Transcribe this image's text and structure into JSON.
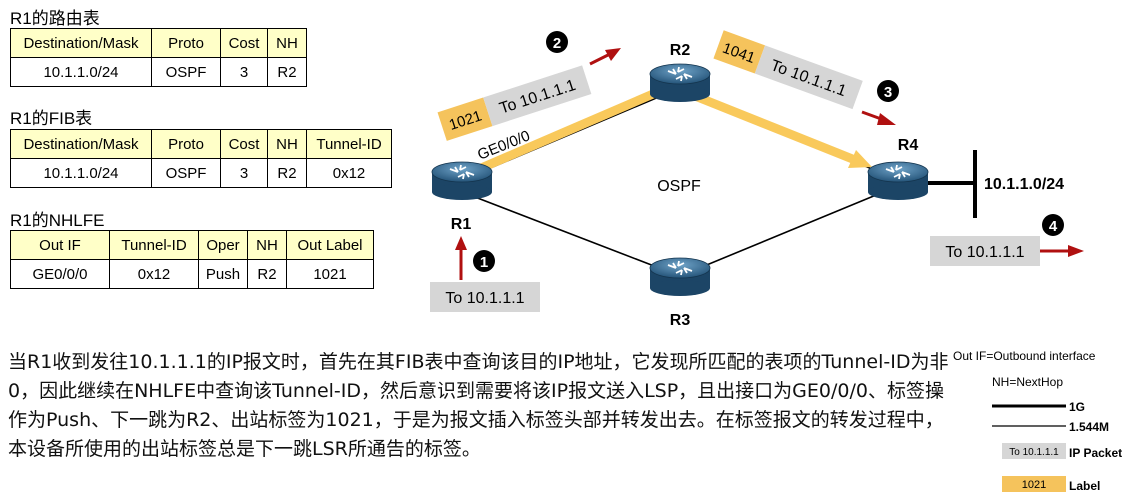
{
  "tables": {
    "rib": {
      "title": "R1的路由表",
      "headers": [
        "Destination/Mask",
        "Proto",
        "Cost",
        "NH"
      ],
      "row": [
        "10.1.1.0/24",
        "OSPF",
        "3",
        "R2"
      ]
    },
    "fib": {
      "title": "R1的FIB表",
      "headers": [
        "Destination/Mask",
        "Proto",
        "Cost",
        "NH",
        "Tunnel-ID"
      ],
      "row": [
        "10.1.1.0/24",
        "OSPF",
        "3",
        "R2",
        "0x12"
      ]
    },
    "nhlfe": {
      "title": "R1的NHLFE",
      "headers": [
        "Out IF",
        "Tunnel-ID",
        "Oper",
        "NH",
        "Out Label"
      ],
      "row": [
        "GE0/0/0",
        "0x12",
        "Push",
        "R2",
        "1021"
      ]
    }
  },
  "diagram": {
    "routers": {
      "r1": "R1",
      "r2": "R2",
      "r3": "R3",
      "r4": "R4"
    },
    "ospf_label": "OSPF",
    "interface_label": "GE0/0/0",
    "network_label": "10.1.1.0/24",
    "packets": {
      "p1": {
        "step": "1",
        "text": "To 10.1.1.1"
      },
      "p2": {
        "step": "2",
        "label": "1021",
        "text": "To 10.1.1.1"
      },
      "p3": {
        "step": "3",
        "label": "1041",
        "text": "To 10.1.1.1"
      },
      "p4": {
        "step": "4",
        "text": "To 10.1.1.1"
      }
    }
  },
  "description": "当R1收到发往10.1.1.1的IP报文时，首先在其FIB表中查询该目的IP地址，它发现所匹配的表项的Tunnel-ID为非0，因此继续在NHLFE中查询该Tunnel-ID，然后意识到需要将该IP报文送入LSP，且出接口为GE0/0/0、标签操作为Push、下一跳为R2、出站标签为1021，于是为报文插入标签头部并转发出去。在标签报文的转发过程中，本设备所使用的出站标签总是下一跳LSR所通告的标签。",
  "legend": {
    "out_if": "Out IF=Outbound interface",
    "nh": "NH=NextHop",
    "link_1g": "1G",
    "link_slow": "1.544M",
    "ip_sample": "To 10.1.1.1",
    "ip_packet": "IP Packet",
    "label_sample": "1021",
    "label": "Label"
  },
  "colors": {
    "table_header": "#ffffc8",
    "label_box": "#f5c35c",
    "packet_box": "#d6d6d6",
    "lsp_path": "#f9c95b",
    "arrow": "#b01010",
    "router": "#3a6f9a"
  }
}
